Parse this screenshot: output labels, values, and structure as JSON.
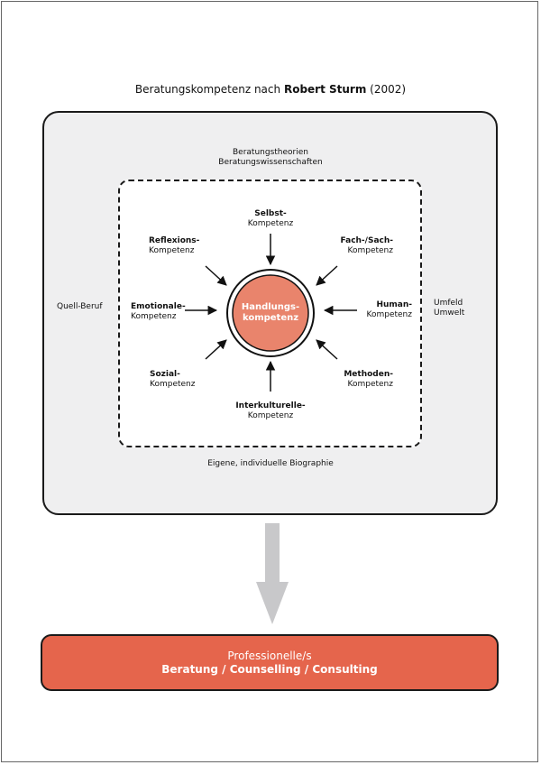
{
  "title": {
    "prefix": "Beratungskompetenz nach",
    "author": "Robert Sturm",
    "year": "(2002)"
  },
  "outer": {
    "top_line1": "Beratungstheorien",
    "top_line2": "Beratungswissenschaften",
    "left": "Quell-Beruf",
    "right_line1": "Umfeld",
    "right_line2": "Umwelt",
    "bottom": "Eigene, individuelle Biographie"
  },
  "core": {
    "line1": "Handlungs-",
    "line2": "kompetenz"
  },
  "competencies": {
    "selbst": {
      "bold": "Selbst-",
      "normal": "Kompetenz"
    },
    "fach": {
      "bold": "Fach-/Sach-",
      "normal": "Kompetenz"
    },
    "human": {
      "bold": "Human-",
      "normal": "Kompetenz"
    },
    "methoden": {
      "bold": "Methoden-",
      "normal": "Kompetenz"
    },
    "interkulturell": {
      "bold": "Interkulturelle-",
      "normal": "Kompetenz"
    },
    "sozial": {
      "bold": "Sozial-",
      "normal": "Kompetenz"
    },
    "emotional": {
      "bold": "Emotionale-",
      "normal": "Kompetenz"
    },
    "reflexion": {
      "bold": "Reflexions-",
      "normal": "Kompetenz"
    }
  },
  "result": {
    "line1": "Professionelle/s",
    "line2": "Beratung / Counselling / Consulting"
  },
  "colors": {
    "core_fill": "#e9846c",
    "result_fill": "#e5654c",
    "big_arrow": "#c8c8ca",
    "outer_fill": "#efeff0"
  }
}
